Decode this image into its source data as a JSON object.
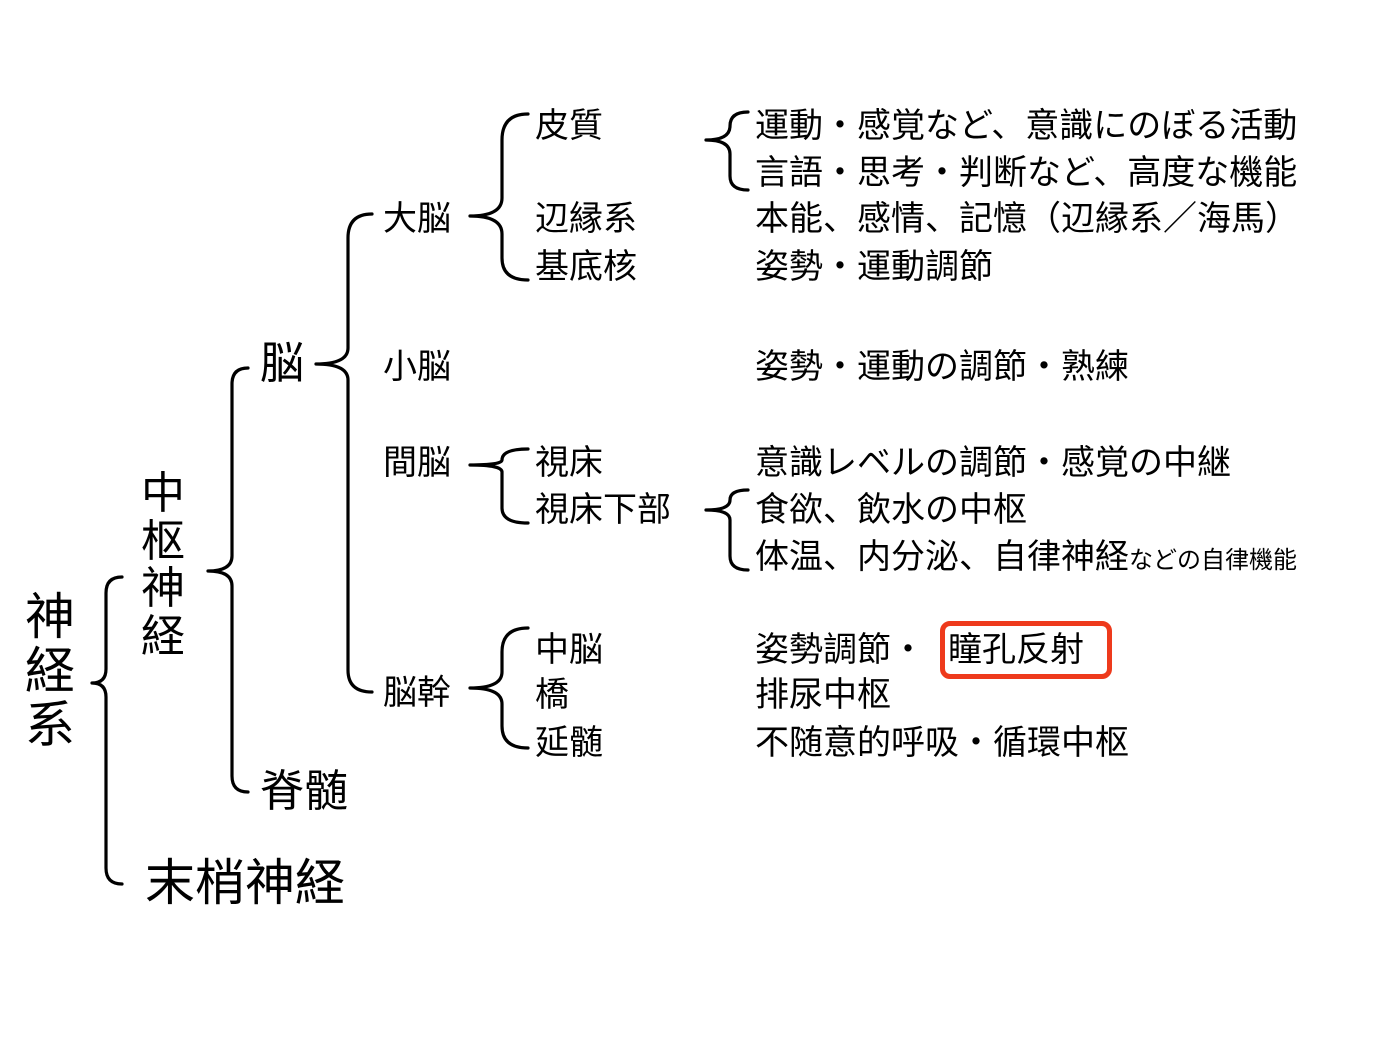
{
  "root": {
    "label": "神経系"
  },
  "cns": {
    "label": "中枢神経"
  },
  "pns": {
    "label": "末梢神経"
  },
  "brain": {
    "label": "脳"
  },
  "spinal": {
    "label": "脊髄"
  },
  "cerebrum": {
    "label": "大脳"
  },
  "cerebellum": {
    "label": "小脳"
  },
  "diencephalon": {
    "label": "間脳"
  },
  "brainstem": {
    "label": "脳幹"
  },
  "parts": {
    "cortex": "皮質",
    "limbic": "辺縁系",
    "basal": "基底核",
    "thalamus": "視床",
    "hypothalamus": "視床下部",
    "midbrain": "中脳",
    "pons": "橋",
    "medulla": "延髄"
  },
  "functions": {
    "cortex_1": "運動・感覚など、意識にのぼる活動",
    "cortex_2": "言語・思考・判断など、高度な機能",
    "limbic": "本能、感情、記憶（辺縁系／海馬）",
    "basal": "姿勢・運動調節",
    "cerebellum": "姿勢・運動の調節・熟練",
    "thalamus": "意識レベルの調節・感覚の中継",
    "hypo_1": "食欲、飲水の中枢",
    "hypo_2": "体温、内分泌、自律神経",
    "hypo_2_small": "などの自律機能",
    "midbrain_a": "姿勢調節・",
    "midbrain_b": "瞳孔反射",
    "pons": "排尿中枢",
    "medulla": "不随意的呼吸・循環中枢"
  },
  "highlight_color": "#ee3a1c"
}
